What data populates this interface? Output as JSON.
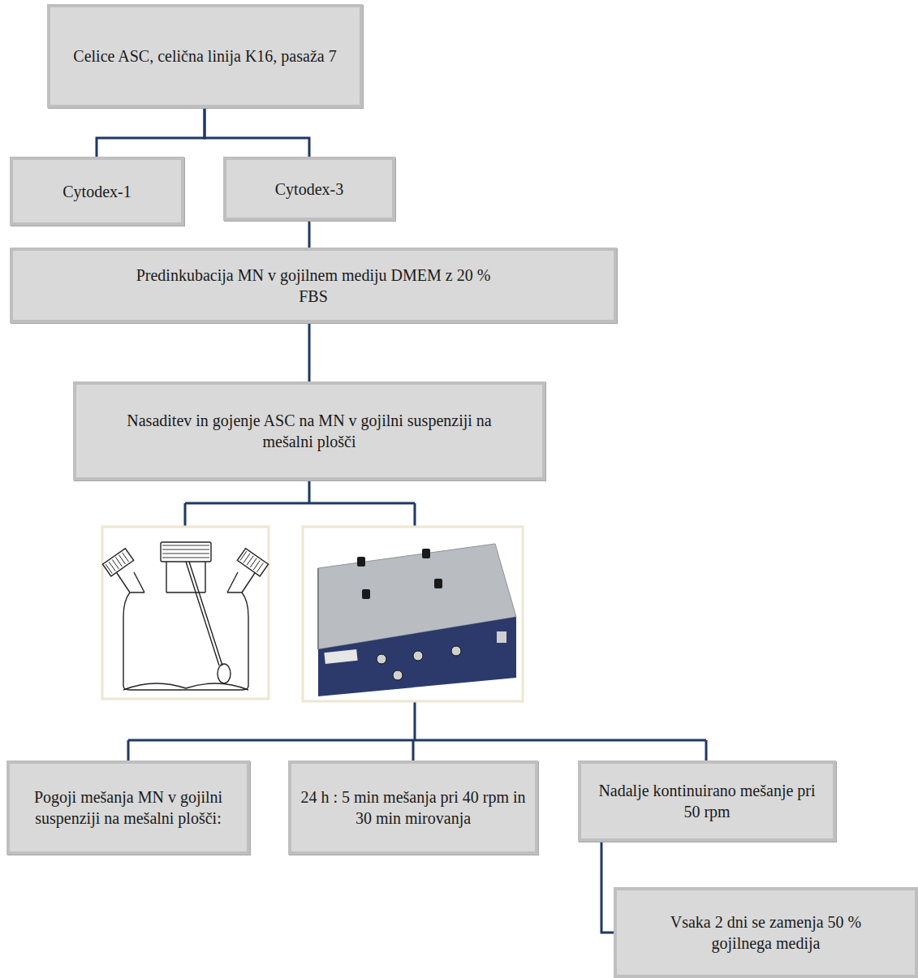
{
  "diagram": {
    "nodes": [
      {
        "text": [
          "Celice ASC, celična linija K16, pasaža 7"
        ]
      },
      {
        "text": [
          "Cytodex-1"
        ]
      },
      {
        "text": [
          "Cytodex-3"
        ]
      },
      {
        "text": [
          "Predinkubacija MN v gojilnem mediju DMEM z 20 % FBS"
        ]
      },
      {
        "text": [
          "Nasaditev in gojenje ASC na MN v gojilni suspenziji na mešalni plošči"
        ]
      },
      {
        "text": [
          "Pogoji mešanja MN v gojilni suspenziji na mešalni plošči:"
        ]
      },
      {
        "text": [
          "24 h : 5 min mešanja pri 40 rpm in 30 min mirovanja"
        ]
      },
      {
        "text": [
          "Nadalje kontinuirano mešanje pri 50 rpm"
        ]
      },
      {
        "text": [
          "Vsaka 2 dni se zamenja 50 % gojilnega medija"
        ]
      }
    ],
    "edges": [
      {
        "from": 0,
        "to": 1,
        "arrow": "none"
      },
      {
        "from": 0,
        "to": 2,
        "arrow": "none"
      },
      {
        "from": 2,
        "to": 3,
        "arrow": "none"
      },
      {
        "from": 3,
        "to": 4,
        "arrow": "none"
      },
      {
        "from": 7,
        "to": 8,
        "arrow": "none"
      }
    ]
  }
}
